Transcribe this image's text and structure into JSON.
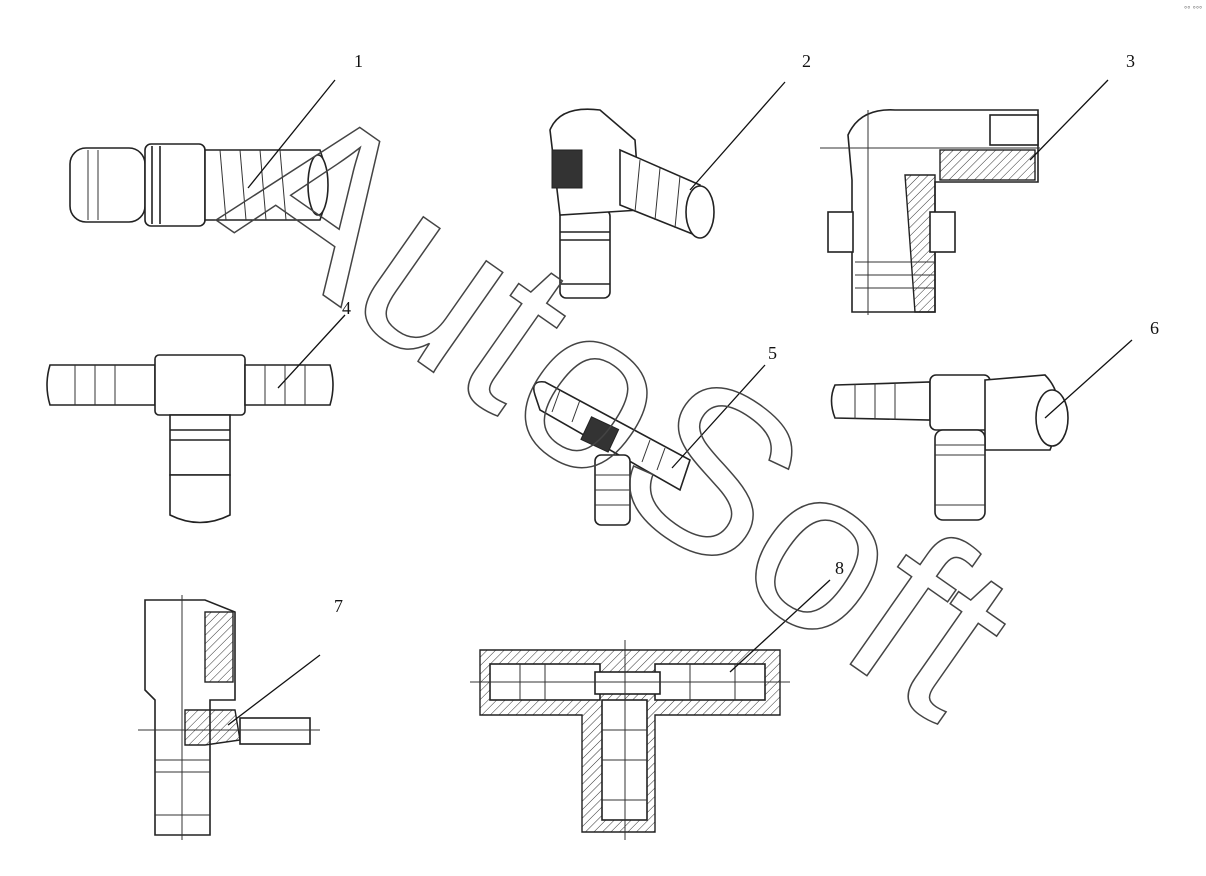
{
  "watermark": "AutoSoft",
  "corner_mark": "°° °°°",
  "callouts": {
    "c1": "1",
    "c2": "2",
    "c3": "3",
    "c4": "4",
    "c5": "5",
    "c6": "6",
    "c7": "7",
    "c8": "8"
  }
}
